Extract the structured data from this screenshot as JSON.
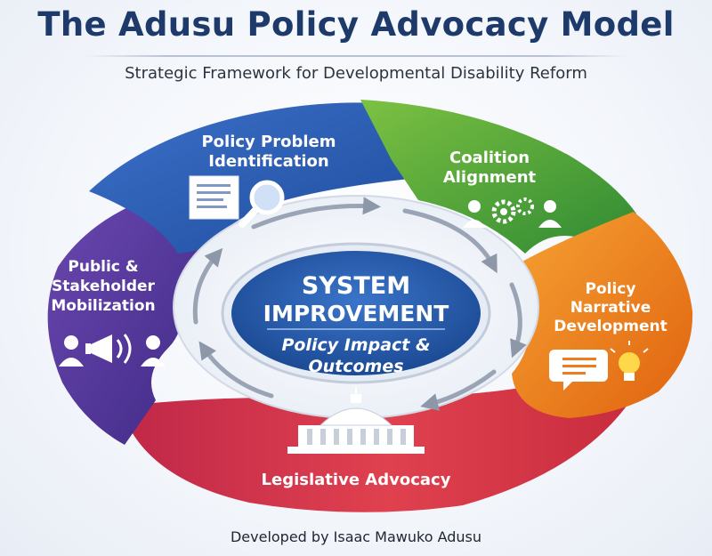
{
  "header": {
    "title": "The Adusu Policy Advocacy Model",
    "subtitle": "Strategic Framework for Developmental Disability Reform"
  },
  "center": {
    "line1": "SYSTEM",
    "line2": "IMPROVEMENT",
    "line3": "Policy Impact &",
    "line4": "Outcomes"
  },
  "segments": {
    "problem": {
      "line1": "Policy Problem",
      "line2": "Identification",
      "color": "#2f5fb8",
      "icon": "document-magnifier-icon"
    },
    "coalition": {
      "line1": "Coalition",
      "line2": "Alignment",
      "color": "#4ea33a",
      "icon": "people-gears-icon"
    },
    "narrative": {
      "line1": "Policy",
      "line2": "Narrative",
      "line3": "Development",
      "color": "#ee7b1e",
      "icon": "speech-bubble-lightbulb-icon"
    },
    "legislative": {
      "line1": "Legislative Advocacy",
      "color": "#d8334a",
      "icon": "capitol-building-icon"
    },
    "mobilization": {
      "line1": "Public &",
      "line2": "Stakeholder",
      "line3": "Mobilization",
      "color": "#5b3a9e",
      "icon": "megaphone-people-icon"
    }
  },
  "footer": {
    "credit": "Developed by Isaac Mawuko Adusu"
  }
}
